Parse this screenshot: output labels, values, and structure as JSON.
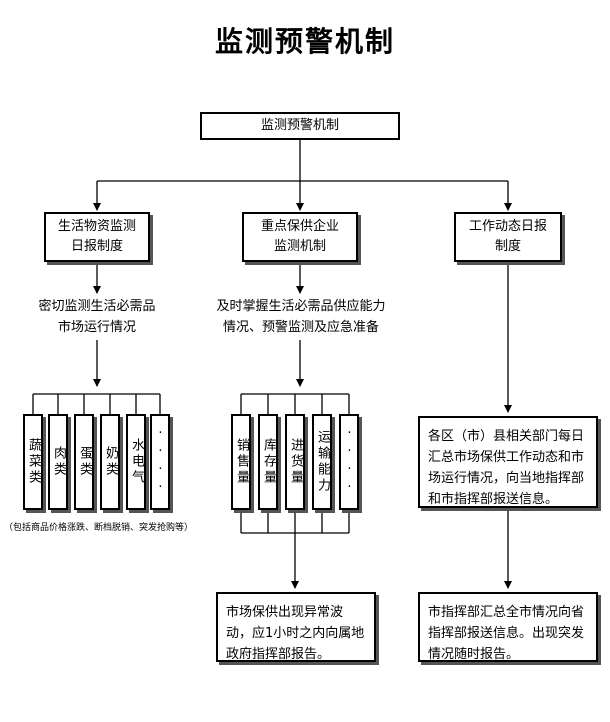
{
  "title": "监测预警机制",
  "root": "监测预警机制",
  "branches": [
    {
      "box": "生活物资监测\n日报制度",
      "desc": "密切监测生活必需品\n市场运行情况",
      "categories": [
        "蔬菜类",
        "肉类",
        "蛋类",
        "奶类",
        "水电气",
        "····"
      ],
      "note": "（包括商品价格涨跌、断档脱销、突发抢购等）"
    },
    {
      "box": "重点保供企业\n监测机制",
      "desc": "及时掌握生活必需品供应能力\n情况、预警监测及应急准备",
      "categories": [
        "销售量",
        "库存量",
        "进货量",
        "运输能力",
        "····"
      ],
      "result": "市场保供出现异常波动，应1小时之内向属地政府指挥部报告。"
    },
    {
      "box": "工作动态日报\n制度",
      "step1": "各区（市）县相关部门每日汇总市场保供工作动态和市场运行情况，向当地指挥部和市指挥部报送信息。",
      "step2": "市指挥部汇总全市情况向省指挥部报送信息。出现突发情况随时报告。"
    }
  ]
}
